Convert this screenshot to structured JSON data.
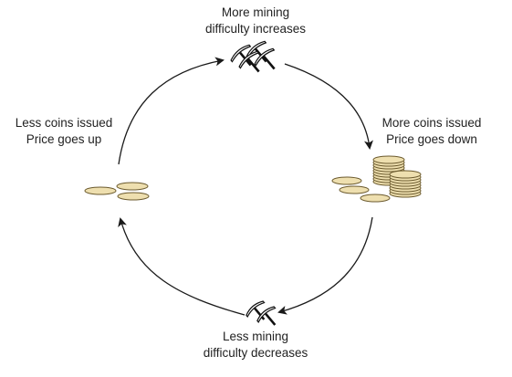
{
  "diagram": {
    "nodes": {
      "top": {
        "line1": "More  mining",
        "line2": "difficulty increases",
        "icon": "double-pickaxe-icon"
      },
      "right": {
        "line1": "More coins issued",
        "line2": "Price goes down",
        "icon": "coin-stacks-icon"
      },
      "bottom": {
        "line1": "Less mining",
        "line2": "difficulty decreases",
        "icon": "pickaxe-icon"
      },
      "left": {
        "line1": "Less coins issued",
        "line2": "Price goes up",
        "icon": "few-coins-icon"
      }
    },
    "cycle_direction": "clockwise",
    "colors": {
      "coin_fill": "#eedfaf",
      "coin_stroke": "#6b5a2e",
      "arrow": "#1a1a1a",
      "text": "#222222"
    }
  }
}
